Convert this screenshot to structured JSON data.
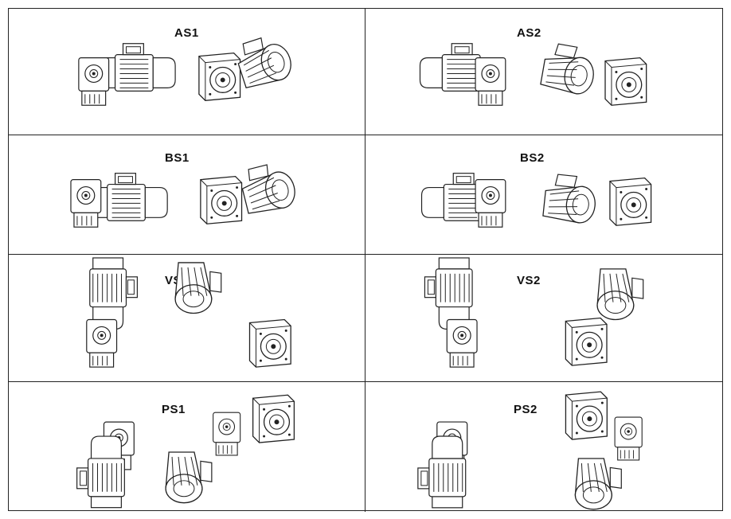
{
  "diagram": {
    "panels": [
      {
        "id": "as1",
        "label": "AS1"
      },
      {
        "id": "as2",
        "label": "AS2"
      },
      {
        "id": "bs1",
        "label": "BS1"
      },
      {
        "id": "bs2",
        "label": "BS2"
      },
      {
        "id": "vs1",
        "label": "VS1"
      },
      {
        "id": "vs2",
        "label": "VS2"
      },
      {
        "id": "ps1",
        "label": "PS1"
      },
      {
        "id": "ps2",
        "label": "PS2"
      }
    ]
  }
}
